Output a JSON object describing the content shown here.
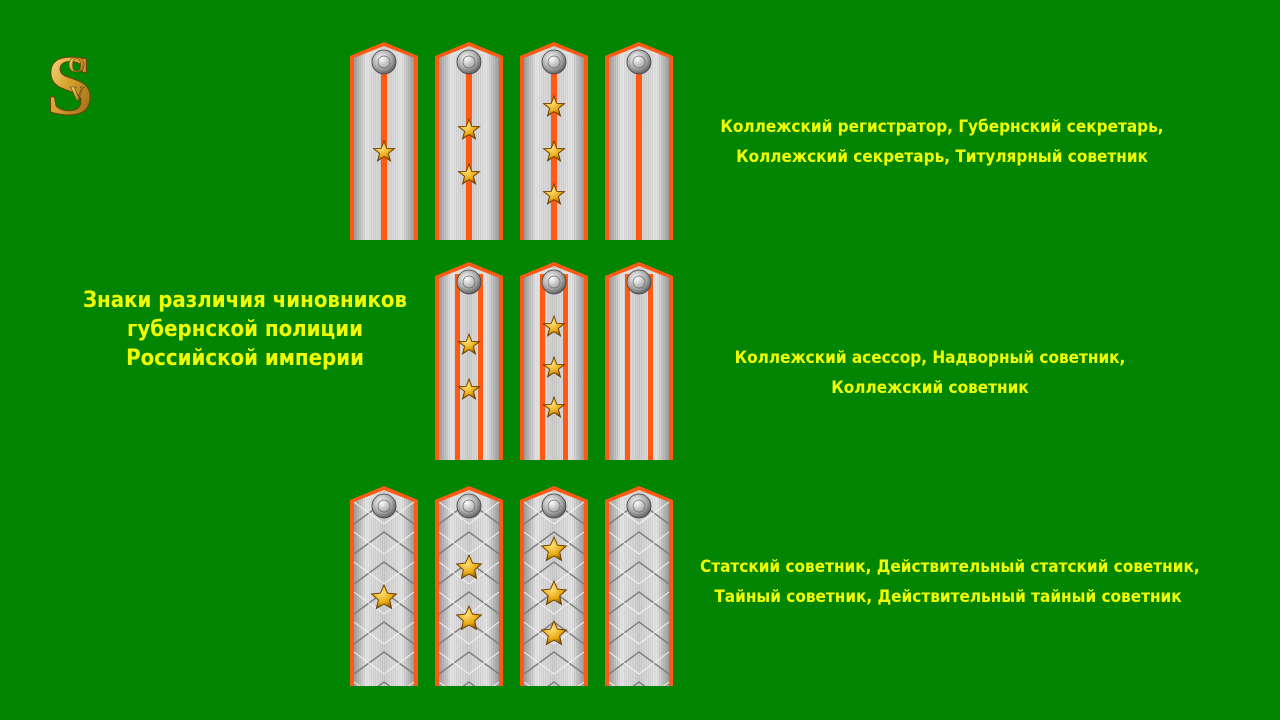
{
  "title_lines": [
    "Знаки различия чиновников",
    "губернской полиции",
    "Российской империи"
  ],
  "rows": [
    {
      "caption_lines": [
        "Коллежский регистратор, Губернский секретарь,",
        "Коллежский секретарь, Титулярный советник"
      ],
      "pattern": "plain",
      "straps": [
        {
          "stars": 1
        },
        {
          "stars": 2
        },
        {
          "stars": 3
        },
        {
          "stars": 0
        }
      ]
    },
    {
      "caption_lines": [
        "Коллежский асессор, Надворный советник,",
        "Коллежский советник"
      ],
      "pattern": "plain-double",
      "straps": [
        {
          "stars": 2
        },
        {
          "stars": 3
        },
        {
          "stars": 0
        }
      ]
    },
    {
      "caption_lines": [
        "Статский советник, Действительный статский советник,",
        "Тайный советник, Действительный тайный советник"
      ],
      "pattern": "zigzag",
      "straps": [
        {
          "stars": 1
        },
        {
          "stars": 2
        },
        {
          "stars": 3
        },
        {
          "stars": 0
        }
      ]
    }
  ],
  "colors": {
    "background": "#028502",
    "text": "#f0ff00",
    "strap_silver": "#c9c9c9",
    "strap_piping": "#ff5a14",
    "star_gold": "#e8a810"
  },
  "icons": [
    "sov-monogram-logo",
    "button-icon",
    "star-icon"
  ]
}
